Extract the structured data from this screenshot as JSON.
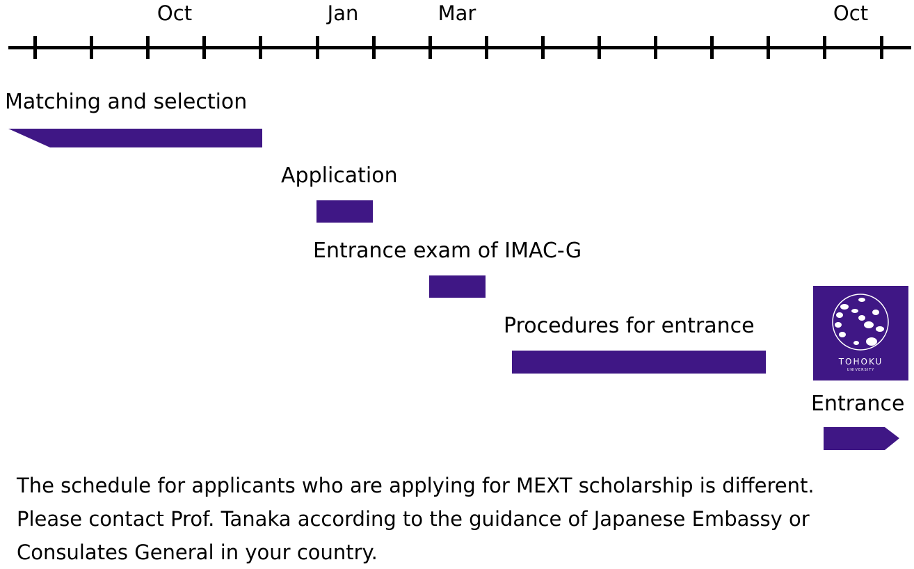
{
  "axis": {
    "months": [
      {
        "label": "Oct"
      },
      {
        "label": "Jan"
      },
      {
        "label": "Mar"
      },
      {
        "label": "Oct"
      }
    ],
    "tick_count": 16
  },
  "phases": [
    {
      "label": "Matching and selection"
    },
    {
      "label": "Application"
    },
    {
      "label": "Entrance exam of IMAC-G"
    },
    {
      "label": "Procedures for entrance"
    },
    {
      "label": "Entrance"
    }
  ],
  "logo": {
    "name": "TOHOKU",
    "sub": "UNIVERSITY"
  },
  "footer": {
    "lines": [
      "The schedule for applicants who are applying for MEXT scholarship is different.",
      "Please contact Prof. Tanaka according to the guidance of Japanese Embassy or",
      "Consulates General in your country."
    ]
  },
  "colors": {
    "bar": "#3f1785"
  }
}
